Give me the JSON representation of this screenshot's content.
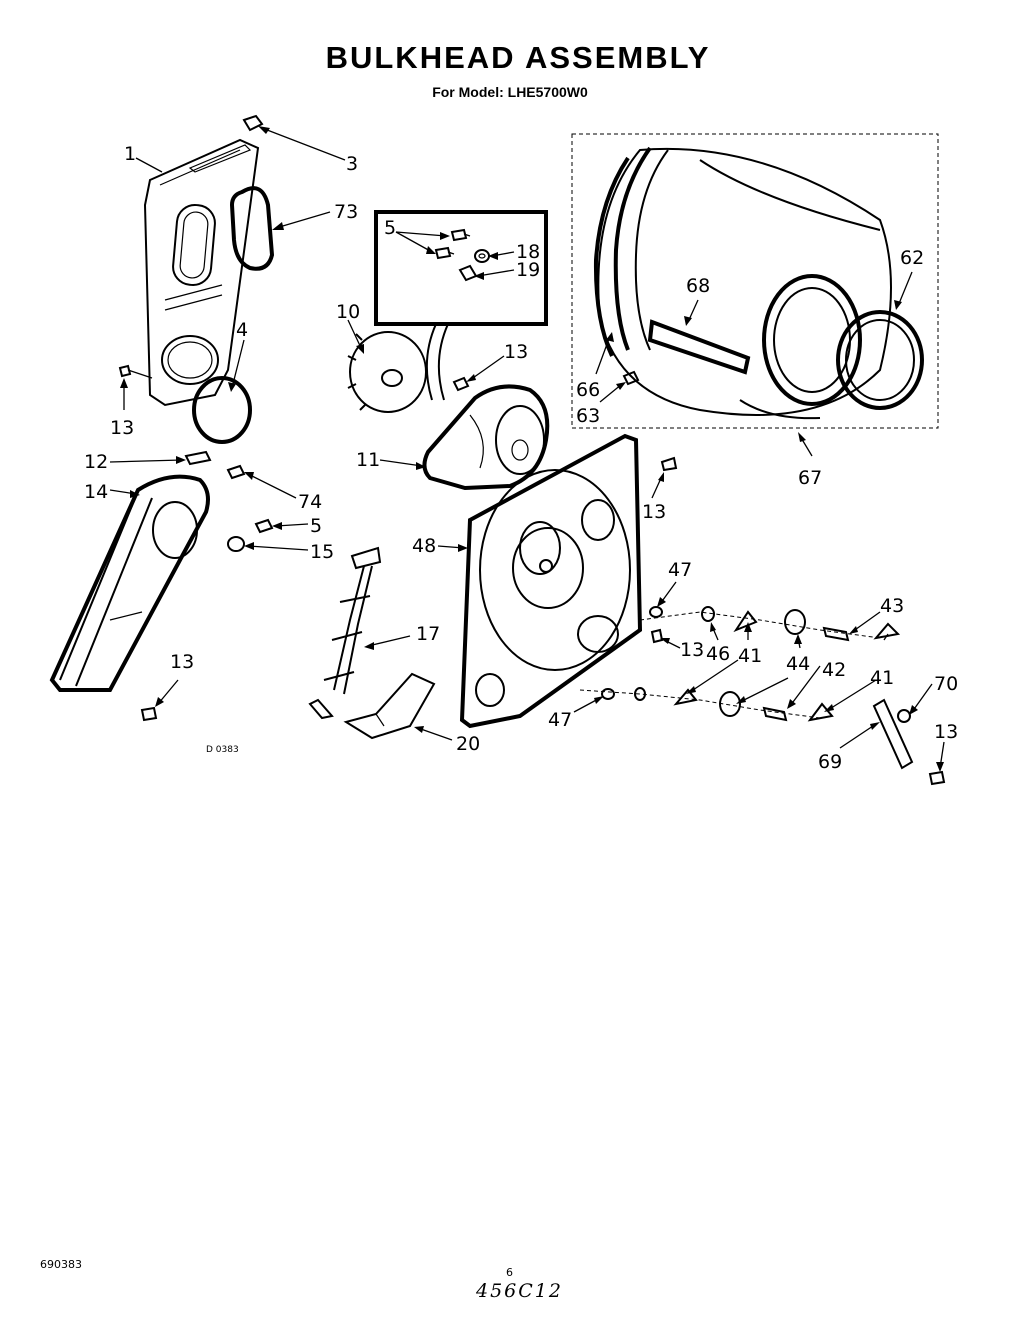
{
  "header": {
    "title": "BULKHEAD ASSEMBLY",
    "subtitle": "For Model: LHE5700W0"
  },
  "callouts": {
    "p1": "1",
    "p3": "3",
    "p73": "73",
    "p5a": "5",
    "p18": "18",
    "p19": "19",
    "p4": "4",
    "p10": "10",
    "p13a": "13",
    "p13b": "13",
    "p68": "68",
    "p62": "62",
    "p66": "66",
    "p63": "63",
    "p12": "12",
    "p14": "14",
    "p74": "74",
    "p11": "11",
    "p67": "67",
    "p5b": "5",
    "p15": "15",
    "p13c": "13",
    "p48": "48",
    "p17": "17",
    "p47a": "47",
    "p13d": "13",
    "p13e": "13",
    "p46": "46",
    "p41a": "41",
    "p44": "44",
    "p42": "42",
    "p43": "43",
    "p41b": "41",
    "p70": "70",
    "p47b": "47",
    "p20": "20",
    "p69": "69",
    "p13f": "13"
  },
  "footer": {
    "drawing_code": "D 0383",
    "document_number": "690383",
    "page_number": "6",
    "handwritten_note": "456C12"
  }
}
